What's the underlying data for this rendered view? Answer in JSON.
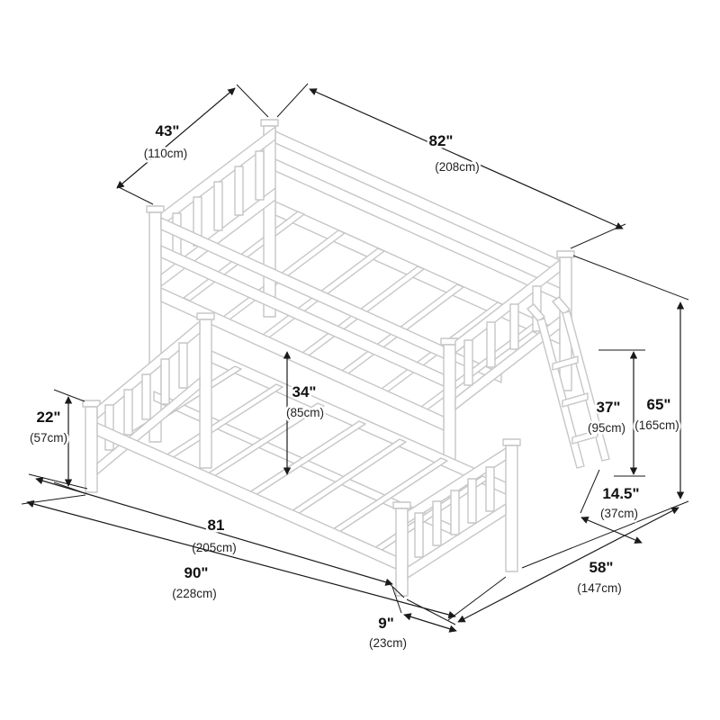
{
  "diagram": {
    "subject": "twin-over-full bunk bed dimension drawing",
    "colors": {
      "dimension_line": "#1a1a1a",
      "bed_outline": "#c6c6c6",
      "background": "#ffffff"
    },
    "dims": {
      "top_width": {
        "primary": "43\"",
        "secondary": "(110cm)"
      },
      "top_length": {
        "primary": "82\"",
        "secondary": "(208cm)"
      },
      "rail_height": {
        "primary": "22\"",
        "secondary": "(57cm)"
      },
      "clearance": {
        "primary": "34\"",
        "secondary": "(85cm)"
      },
      "ladder_height": {
        "primary": "37\"",
        "secondary": "(95cm)"
      },
      "overall_height": {
        "primary": "65\"",
        "secondary": "(165cm)"
      },
      "ladder_depth": {
        "primary": "14.5\"",
        "secondary": "(37cm)"
      },
      "bottom_length": {
        "primary": "81",
        "secondary": "(205cm)"
      },
      "overall_length": {
        "primary": "90\"",
        "secondary": "(228cm)"
      },
      "ladder_overhang": {
        "primary": "9\"",
        "secondary": "(23cm)"
      },
      "bottom_width": {
        "primary": "58\"",
        "secondary": "(147cm)"
      }
    }
  }
}
